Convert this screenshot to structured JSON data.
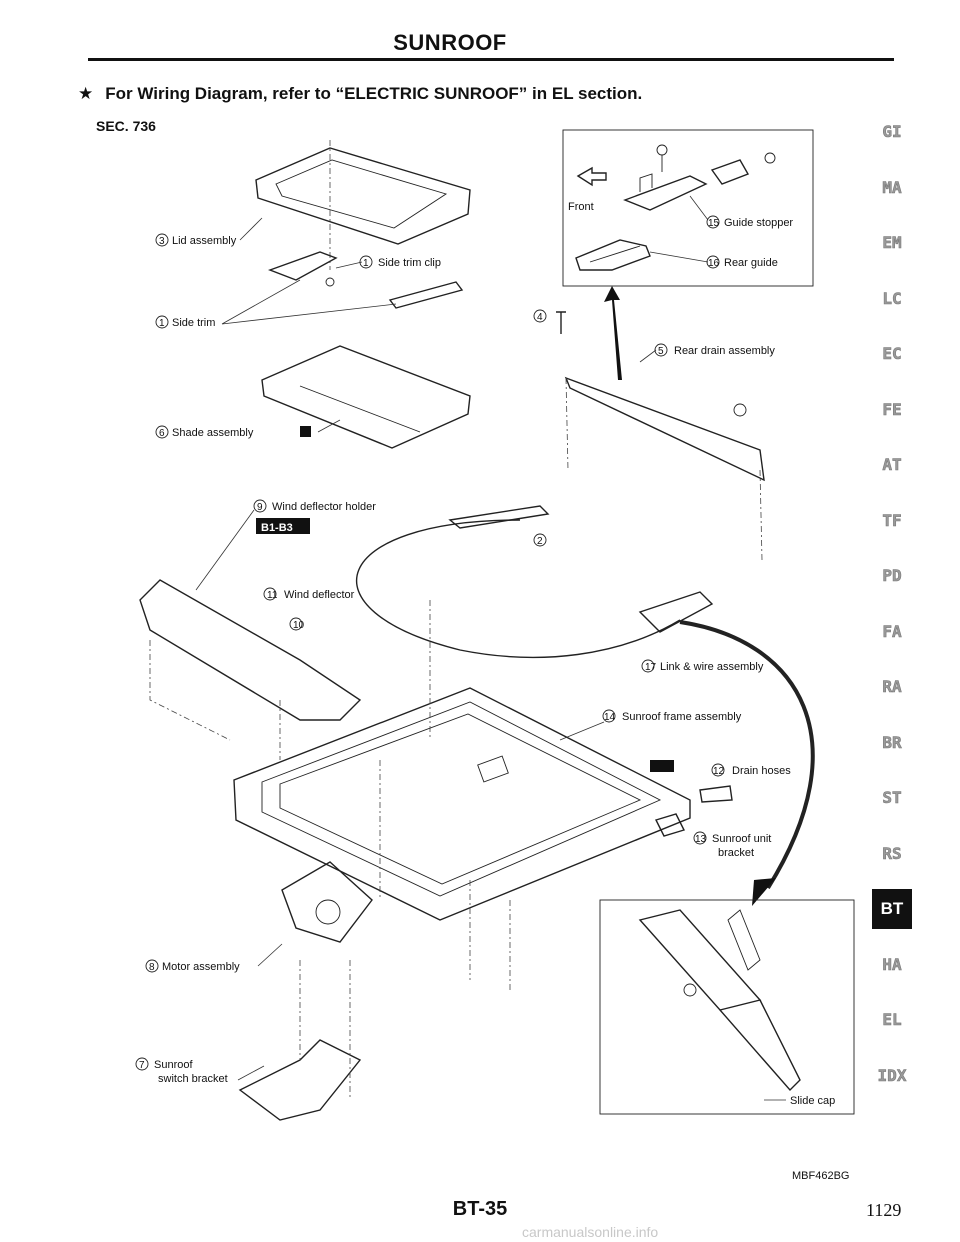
{
  "header": {
    "title": "SUNROOF",
    "note": "For Wiring Diagram, refer to “ELECTRIC SUNROOF” in EL section.",
    "note_symbol": "★",
    "section": "SEC. 736"
  },
  "labels": {
    "lid_assembly": "Lid assembly",
    "side_trim_clip": "Side trim clip",
    "side_trim": "Side trim",
    "shade_assembly": "Shade assembly",
    "wind_deflector_holder": "Wind deflector holder",
    "wind_deflector": "Wind deflector",
    "guide_stopper": "Guide stopper",
    "rear_guide": "Rear guide",
    "front": "Front",
    "rear_drain_assembly": "Rear drain assembly",
    "link_wire_assembly": "Link & wire assembly",
    "sunroof_frame_assembly": "Sunroof frame assembly",
    "drain_hoses": "Drain hoses",
    "sunroof_unit_bracket_1": "Sunroof unit",
    "sunroof_unit_bracket_2": "bracket",
    "motor_assembly": "Motor assembly",
    "sunroof_switch_bracket_1": "Sunroof",
    "sunroof_switch_bracket_2": "switch bracket",
    "slide_cap": "Slide cap",
    "torque_ref": "B1-B3"
  },
  "numbers": {
    "n1": "1",
    "n2": "2",
    "n3": "3",
    "n4": "4",
    "n5": "5",
    "n6": "6",
    "n7": "7",
    "n8": "8",
    "n9": "9",
    "n10": "10",
    "n11": "11",
    "n12": "12",
    "n13": "13",
    "n14": "14",
    "n15": "15",
    "n16": "16",
    "n17": "17"
  },
  "sidebar": {
    "items": [
      {
        "label": "GI"
      },
      {
        "label": "MA"
      },
      {
        "label": "EM"
      },
      {
        "label": "LC"
      },
      {
        "label": "EC"
      },
      {
        "label": "FE"
      },
      {
        "label": "AT"
      },
      {
        "label": "TF"
      },
      {
        "label": "PD"
      },
      {
        "label": "FA"
      },
      {
        "label": "RA"
      },
      {
        "label": "BR"
      },
      {
        "label": "ST"
      },
      {
        "label": "RS"
      },
      {
        "label": "BT"
      },
      {
        "label": "HA"
      },
      {
        "label": "EL"
      },
      {
        "label": "IDX"
      }
    ],
    "active": "BT"
  },
  "footer": {
    "figure_code": "MBF462BG",
    "page_label": "BT-35",
    "page_number": "1129",
    "watermark": "carmanualsonline.info"
  }
}
